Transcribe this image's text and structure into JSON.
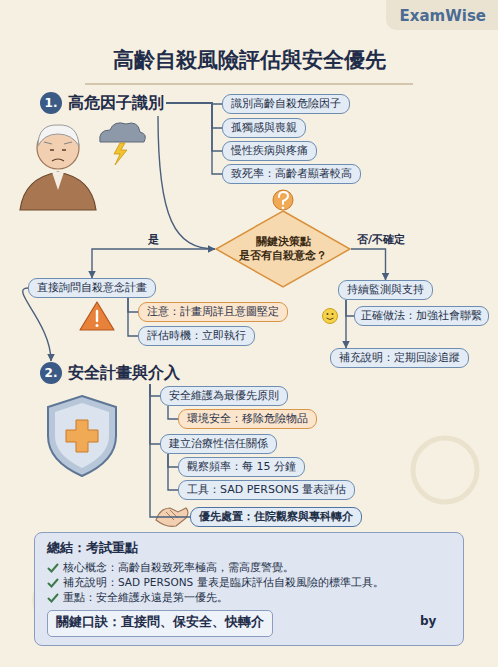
{
  "diagram": {
    "title": "高齡自殺風險評估與安全優先",
    "nodes": [
      {
        "text": [
          "1.",
          "高危因子識別"
        ]
      },
      {
        "text": [
          "識別高齡自殺危險因子"
        ]
      },
      {
        "text": [
          "孤獨感與喪親"
        ]
      },
      {
        "text": [
          "慢性疾病與疼痛"
        ]
      },
      {
        "text": [
          "致死率：高齡者顯著較高"
        ]
      },
      {
        "text": [
          "關鍵決策點",
          "是否有自殺意念？"
        ]
      },
      {
        "text": [
          "直接詢問自殺意念計畫"
        ]
      },
      {
        "text": [
          "注意：計畫周詳且意圖堅定"
        ]
      },
      {
        "text": [
          "評估時機：立即執行"
        ]
      },
      {
        "text": [
          "持續監測與支持"
        ]
      },
      {
        "text": [
          "正確做法：加強社會聯繫"
        ]
      },
      {
        "text": [
          "補充說明：定期回診追蹤"
        ]
      },
      {
        "text": [
          "2.",
          "安全計畫與介入"
        ]
      },
      {
        "text": [
          "安全維護為最優先原則"
        ]
      },
      {
        "text": [
          "環境安全：移除危險物品"
        ]
      },
      {
        "text": [
          "建立治療性信任關係"
        ]
      },
      {
        "text": [
          "觀察頻率：每 15 分鐘"
        ]
      },
      {
        "text": [
          "工具：SAD PERSONS 量表評估"
        ]
      },
      {
        "text": [
          "優先處置：住院觀察與專科轉介"
        ]
      },
      {
        "text": [
          "總結：考試重點",
          "核心概念：高齡自殺致死率極高，需高度警覺。",
          "補充說明：SAD PERSONS 量表是臨床評估自殺風險的標準工具。",
          "重點：安全維護永遠是第一優先。"
        ]
      },
      {
        "text": [
          "關鍵口訣：直接問、保安全、快轉介"
        ],
        "in": 19
      }
    ],
    "edges": [
      {
        "from": 0,
        "to": 1,
        "arrow": "none"
      },
      {
        "from": 0,
        "to": 2,
        "arrow": "none"
      },
      {
        "from": 0,
        "to": 3,
        "arrow": "none"
      },
      {
        "from": 0,
        "to": 4,
        "arrow": "none"
      },
      {
        "from": 0,
        "to": 5,
        "arrow": "to"
      },
      {
        "from": 5,
        "to": 6,
        "label": "是",
        "arrow": "to"
      },
      {
        "from": 5,
        "to": 9,
        "label": "否/不確定",
        "arrow": "to"
      },
      {
        "from": 6,
        "to": 7,
        "arrow": "none"
      },
      {
        "from": 6,
        "to": 8,
        "arrow": "none"
      },
      {
        "from": 9,
        "to": 10,
        "arrow": "none"
      },
      {
        "from": 9,
        "to": 11,
        "arrow": "to"
      },
      {
        "from": 6,
        "to": 12,
        "arrow": "to"
      },
      {
        "from": 12,
        "to": 13,
        "arrow": "none"
      },
      {
        "from": 13,
        "to": 14,
        "arrow": "none"
      },
      {
        "from": 12,
        "to": 15,
        "arrow": "none"
      },
      {
        "from": 15,
        "to": 16,
        "arrow": "none"
      },
      {
        "from": 15,
        "to": 17,
        "arrow": "none"
      },
      {
        "from": 12,
        "to": 18,
        "arrow": "none"
      }
    ],
    "labels": [
      "ExamWise",
      "by"
    ]
  }
}
